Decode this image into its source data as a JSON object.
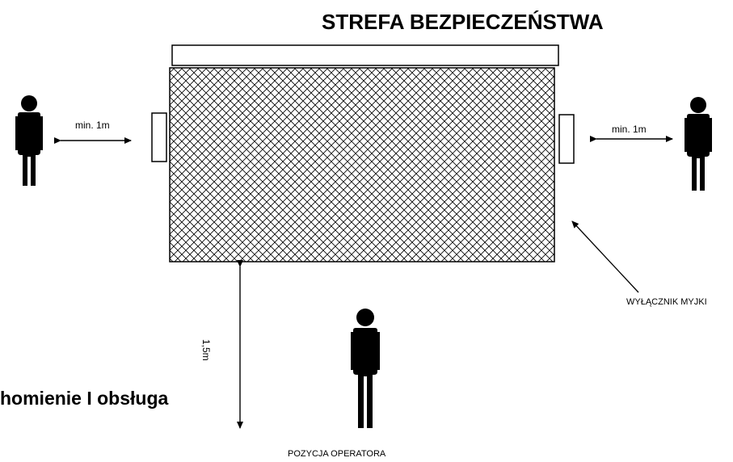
{
  "diagram": {
    "title": "STREFA BEZPIECZEŃSTWA",
    "side_heading": "homienie I obsługa",
    "left_distance": "min. 1m",
    "right_distance": "min. 1m",
    "front_distance": "1,5m",
    "switch_label": "WYŁĄCZNIK MYJKI",
    "operator_label": "POZYCJA OPERATORA",
    "icons": [
      "person-icon",
      "arrow-icon"
    ]
  }
}
